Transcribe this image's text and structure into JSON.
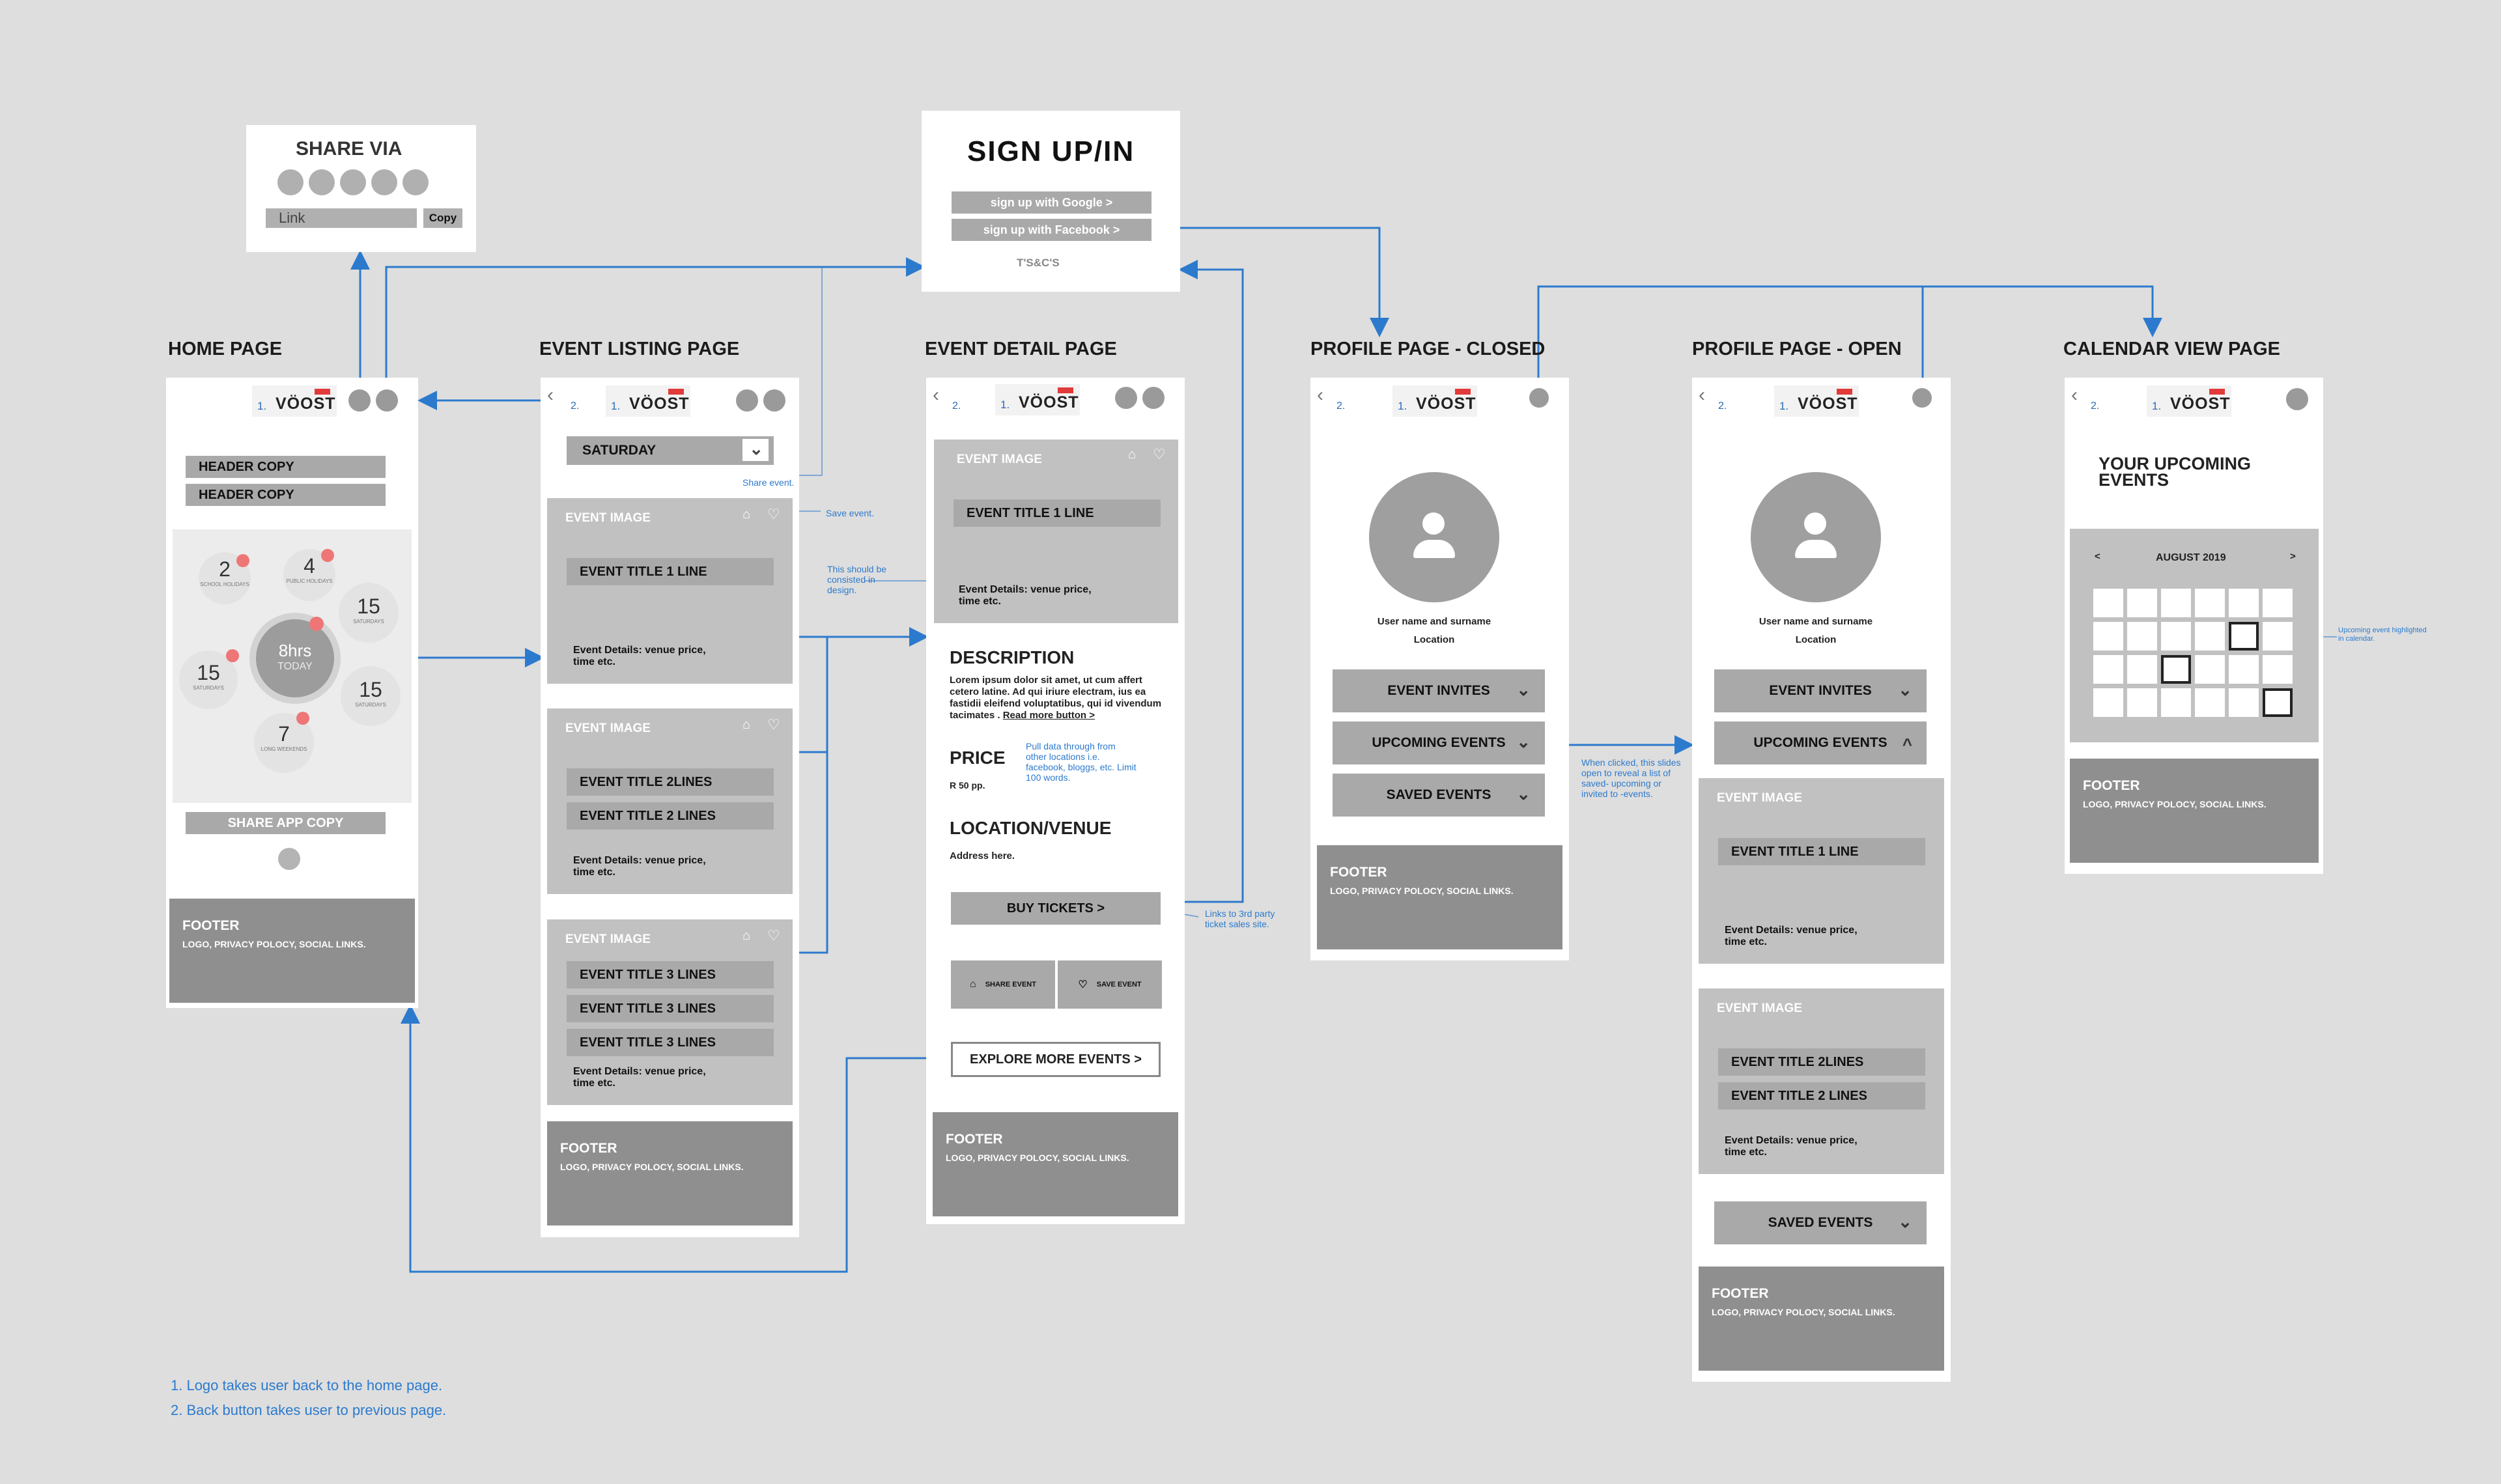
{
  "share_popup": {
    "title": "SHARE VIA",
    "link_placeholder": "Link",
    "copy_label": "Copy"
  },
  "signup": {
    "title": "SIGN UP/IN",
    "google": "sign up with Google >",
    "facebook": "sign up with Facebook >",
    "terms": "T'S&C'S"
  },
  "logo": {
    "number": "1.",
    "wordmark": "VÖOST",
    "back_number": "2."
  },
  "page_titles": {
    "home": "HOME PAGE",
    "listing": "EVENT LISTING PAGE",
    "detail": "EVENT DETAIL PAGE",
    "profile_closed": "PROFILE PAGE - CLOSED",
    "profile_open": "PROFILE PAGE - OPEN",
    "calendar": "CALENDAR VIEW PAGE"
  },
  "home": {
    "header1": "HEADER COPY",
    "header2": "HEADER COPY",
    "bubbles": [
      {
        "num": "2",
        "lab": "SCHOOL HOLIDAYS"
      },
      {
        "num": "4",
        "lab": "PUBLIC HOLIDAYS"
      },
      {
        "num": "15",
        "lab": "SATURDAYS"
      },
      {
        "num": "15",
        "lab": "SATURDAYS"
      },
      {
        "num": "15",
        "lab": "SATURDAYS"
      },
      {
        "num": "7",
        "lab": "LONG WEEKENDS"
      }
    ],
    "center_num": "8hrs",
    "center_lab": "TODAY",
    "share_copy": "SHARE APP COPY"
  },
  "footer": {
    "title": "FOOTER",
    "sub": "LOGO, PRIVACY POLOCY, SOCIAL LINKS."
  },
  "listing": {
    "dropdown": "SATURDAY",
    "image_label": "EVENT IMAGE",
    "title_1": "EVENT TITLE 1 LINE",
    "title_2": "EVENT TITLE 2LINES",
    "title_2b": "EVENT TITLE 2 LINES",
    "title_3": "EVENT TITLE 3 LINES",
    "details": "Event Details: venue price, time etc."
  },
  "detail": {
    "image_label": "EVENT IMAGE",
    "title": "EVENT TITLE 1 LINE",
    "details": "Event Details: venue price, time etc.",
    "desc_h": "DESCRIPTION",
    "desc": "Lorem ipsum dolor sit amet, ut cum affert cetero latine. Ad qui iriure electram, ius ea fastidii eleifend voluptatibus, qui id vivendum tacimates .",
    "read_more": "Read more button >",
    "price_h": "PRICE",
    "price": "R 50 pp.",
    "loc_h": "LOCATION/VENUE",
    "address": "Address here.",
    "buy": "BUY TICKETS >",
    "share": "SHARE EVENT",
    "save": "SAVE EVENT",
    "explore": "EXPLORE MORE EVENTS >"
  },
  "profile": {
    "user": "User name and surname",
    "location": "Location",
    "invites": "EVENT INVITES",
    "upcoming": "UPCOMING EVENTS",
    "saved": "SAVED EVENTS"
  },
  "calendar": {
    "heading": "YOUR UPCOMING EVENTS",
    "month": "AUGUST 2019",
    "prev": "<",
    "next": ">"
  },
  "notes": {
    "share_event": "Share event.",
    "save_event": "Save event.",
    "consistent": "This should be consisted in design.",
    "pull": "Pull data through from other locations i.e. facebook, bloggs, etc. Limit 100 words.",
    "tickets": "Links to 3rd party ticket sales site.",
    "slides": "When clicked, this slides open to reveal a list of saved- upcoming or invited to -events.",
    "upcoming_hl": "Upcoming event highlighted in calendar.",
    "footnote1": "1. Logo takes user back to the home page.",
    "footnote2": "2. Back button takes user to previous page."
  },
  "colors": {
    "accent_blue": "#2c7acd",
    "badge_red": "#ef7676",
    "bar_grey": "#a9a9a9",
    "footer_grey": "#8f8f8f",
    "background": "#dedede"
  }
}
